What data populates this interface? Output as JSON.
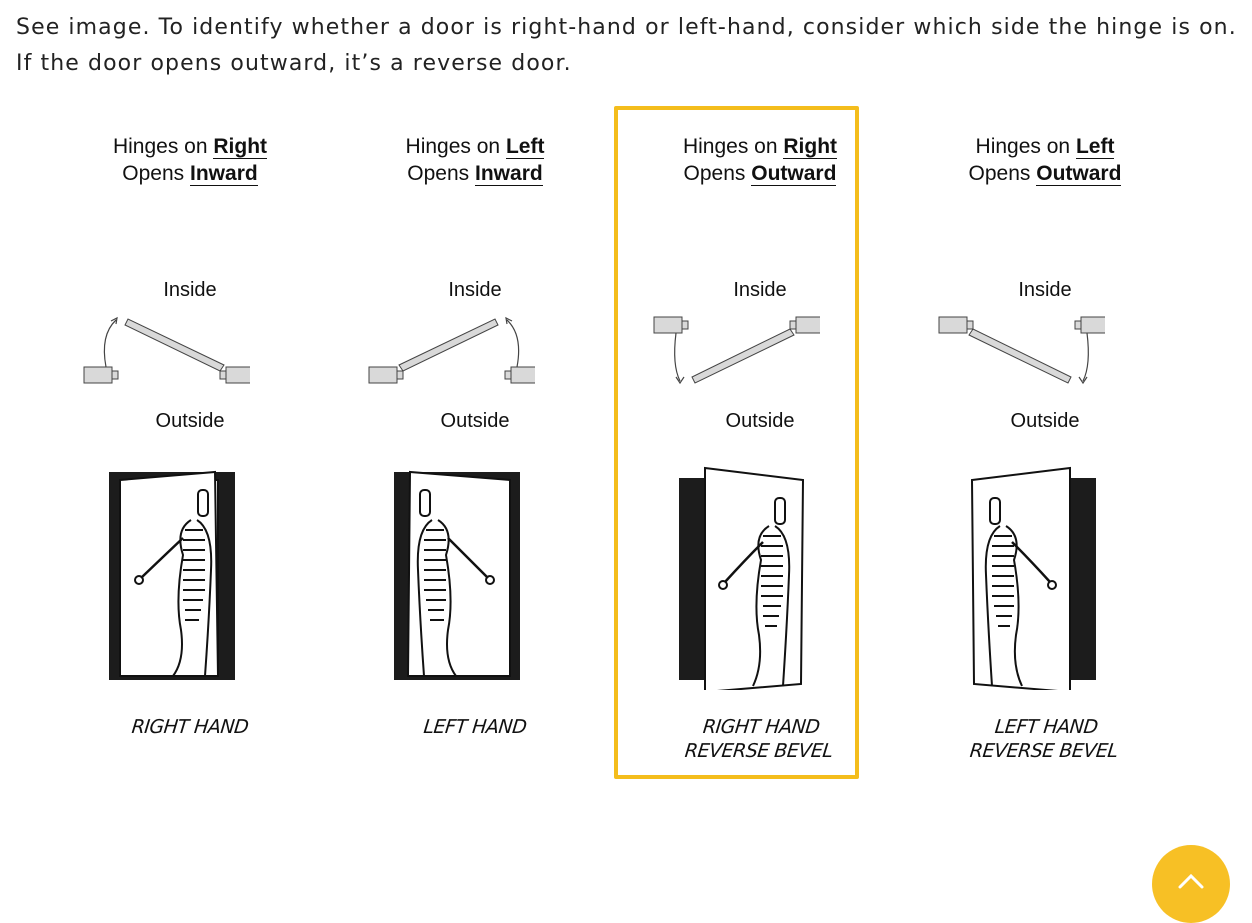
{
  "intro_text": "See image. To identify whether a door is right-hand or left-hand, consider which side the hinge is on. If the door opens outward, it’s a reverse door.",
  "colors": {
    "highlight": "#f4bd1c",
    "scroll_button": "#f7c025"
  },
  "panels": [
    {
      "hinge_prefix": "Hinges on",
      "hinge_side": "Right",
      "opens_prefix": "Opens",
      "opens_dir": "Inward",
      "inside": "Inside",
      "outside": "Outside",
      "hand_line1": "RIGHT HAND",
      "hand_line2": ""
    },
    {
      "hinge_prefix": "Hinges on",
      "hinge_side": "Left",
      "opens_prefix": "Opens",
      "opens_dir": "Inward",
      "inside": "Inside",
      "outside": "Outside",
      "hand_line1": "LEFT HAND",
      "hand_line2": ""
    },
    {
      "hinge_prefix": "Hinges on",
      "hinge_side": "Right",
      "opens_prefix": "Opens",
      "opens_dir": "Outward",
      "inside": "Inside",
      "outside": "Outside",
      "hand_line1": "RIGHT HAND",
      "hand_line2": "REVERSE BEVEL"
    },
    {
      "hinge_prefix": "Hinges on",
      "hinge_side": "Left",
      "opens_prefix": "Opens",
      "opens_dir": "Outward",
      "inside": "Inside",
      "outside": "Outside",
      "hand_line1": "LEFT HAND",
      "hand_line2": "REVERSE BEVEL"
    }
  ],
  "scroll_button_icon": "chevron-up-icon"
}
